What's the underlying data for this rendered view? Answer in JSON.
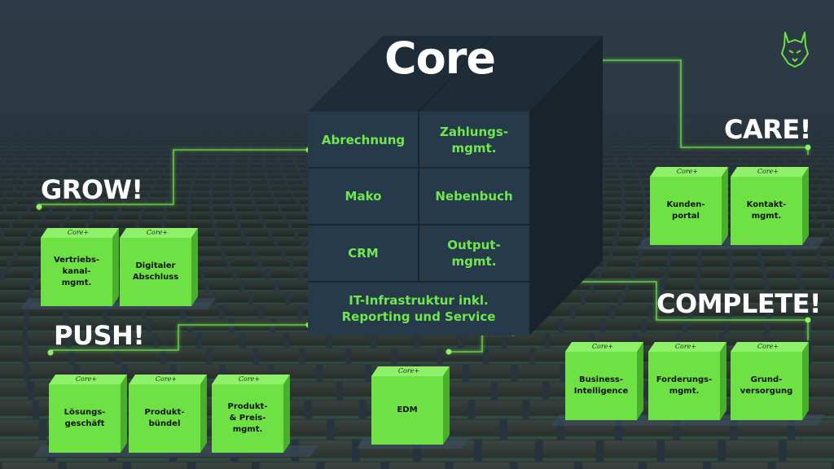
{
  "core": {
    "title": "Core",
    "cells": {
      "abrechnung": "Abrechnung",
      "zahlungs": "Zahlungs-\nmgmt.",
      "mako": "Mako",
      "nebenbuch": "Nebenbuch",
      "crm": "CRM",
      "output": "Output-\nmgmt.",
      "infra": "IT-Infrastruktur inkl.\nReporting und Service"
    }
  },
  "badge": "Core+",
  "groups": {
    "grow": {
      "title": "GROW!",
      "modules": [
        "Vertriebs-\nkanal-\nmgmt.",
        "Digitaler\nAbschluss"
      ]
    },
    "push": {
      "title": "PUSH!",
      "modules": [
        "Lösungs-\ngeschäft",
        "Produkt-\nbündel",
        "Produkt-\n& Preis-\nmgmt."
      ]
    },
    "edm": {
      "modules": [
        "EDM"
      ]
    },
    "care": {
      "title": "CARE!",
      "modules": [
        "Kunden-\nportal",
        "Kontakt-\nmgmt."
      ]
    },
    "complete": {
      "title": "COMPLETE!",
      "modules": [
        "Business-\nIntelligence",
        "Forderungs-\nmgmt.",
        "Grund-\nversorgung"
      ]
    }
  },
  "colors": {
    "accent": "#6ee244",
    "core_face": "#273a49",
    "background": "#2a3742",
    "heading": "#ffffff"
  },
  "icons": {
    "logo": "lynx-head-icon"
  }
}
